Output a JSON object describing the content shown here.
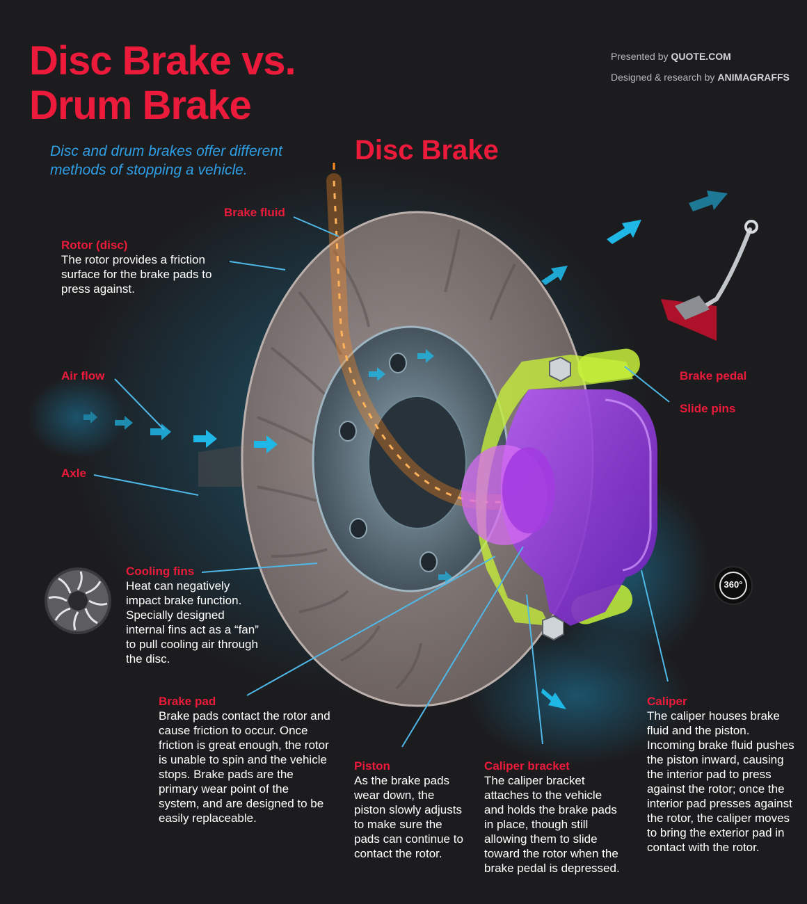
{
  "header": {
    "title_line1": "Disc Brake vs.",
    "title_line2": "Drum Brake",
    "presented_by_label": "Presented by",
    "presented_by_name": "QUOTE.COM",
    "designed_by_label": "Designed & research by",
    "designed_by_name": "ANIMAGRAFFS"
  },
  "intro": {
    "text": "Disc and drum brakes offer different methods of stopping a vehicle."
  },
  "section": {
    "title": "Disc Brake",
    "rotate_badge": "360°"
  },
  "labels": {
    "brake_fluid": {
      "title": "Brake fluid"
    },
    "rotor": {
      "title": "Rotor (disc)",
      "desc": "The rotor provides a friction surface for the brake pads to press against."
    },
    "air_flow": {
      "title": "Air flow"
    },
    "axle": {
      "title": "Axle"
    },
    "brake_pedal": {
      "title": "Brake pedal"
    },
    "slide_pins": {
      "title": "Slide pins"
    },
    "cooling_fins": {
      "title": "Cooling fins",
      "desc": "Heat can negatively impact brake function. Specially designed internal fins act as a “fan” to pull cooling air through the disc."
    },
    "brake_pad": {
      "title": "Brake pad",
      "desc": "Brake pads contact the rotor and cause friction to occur. Once friction is great enough, the rotor is unable to spin and the vehicle stops. Brake pads are the primary wear point of the system, and are designed to be easily replaceable."
    },
    "piston": {
      "title": "Piston",
      "desc": "As the brake pads wear down, the piston slowly adjusts to make sure the pads can continue to contact the rotor."
    },
    "caliper_bracket": {
      "title": "Caliper bracket",
      "desc": "The caliper bracket attaches to the vehicle and holds the brake pads in place, though still allowing them to slide toward the rotor when the brake pedal is depressed."
    },
    "caliper": {
      "title": "Caliper",
      "desc": "The caliper houses brake fluid and the piston. Incoming brake fluid pushes the piston inward, causing the interior pad to press against the rotor; once the interior pad presses against the rotor, the caliper moves to bring the exterior pad in contact with the rotor."
    }
  },
  "colors": {
    "accent_red": "#ec1a3b",
    "intro_blue": "#2e9ee6",
    "leader_line": "#4fb8e8",
    "caliper_purple": "#9b3fe0",
    "bracket_green": "#c6f03a",
    "fluid_orange": "#ff8a1f",
    "airflow_cyan": "#1fb7e6",
    "rotor_grey": "#8d8280"
  }
}
